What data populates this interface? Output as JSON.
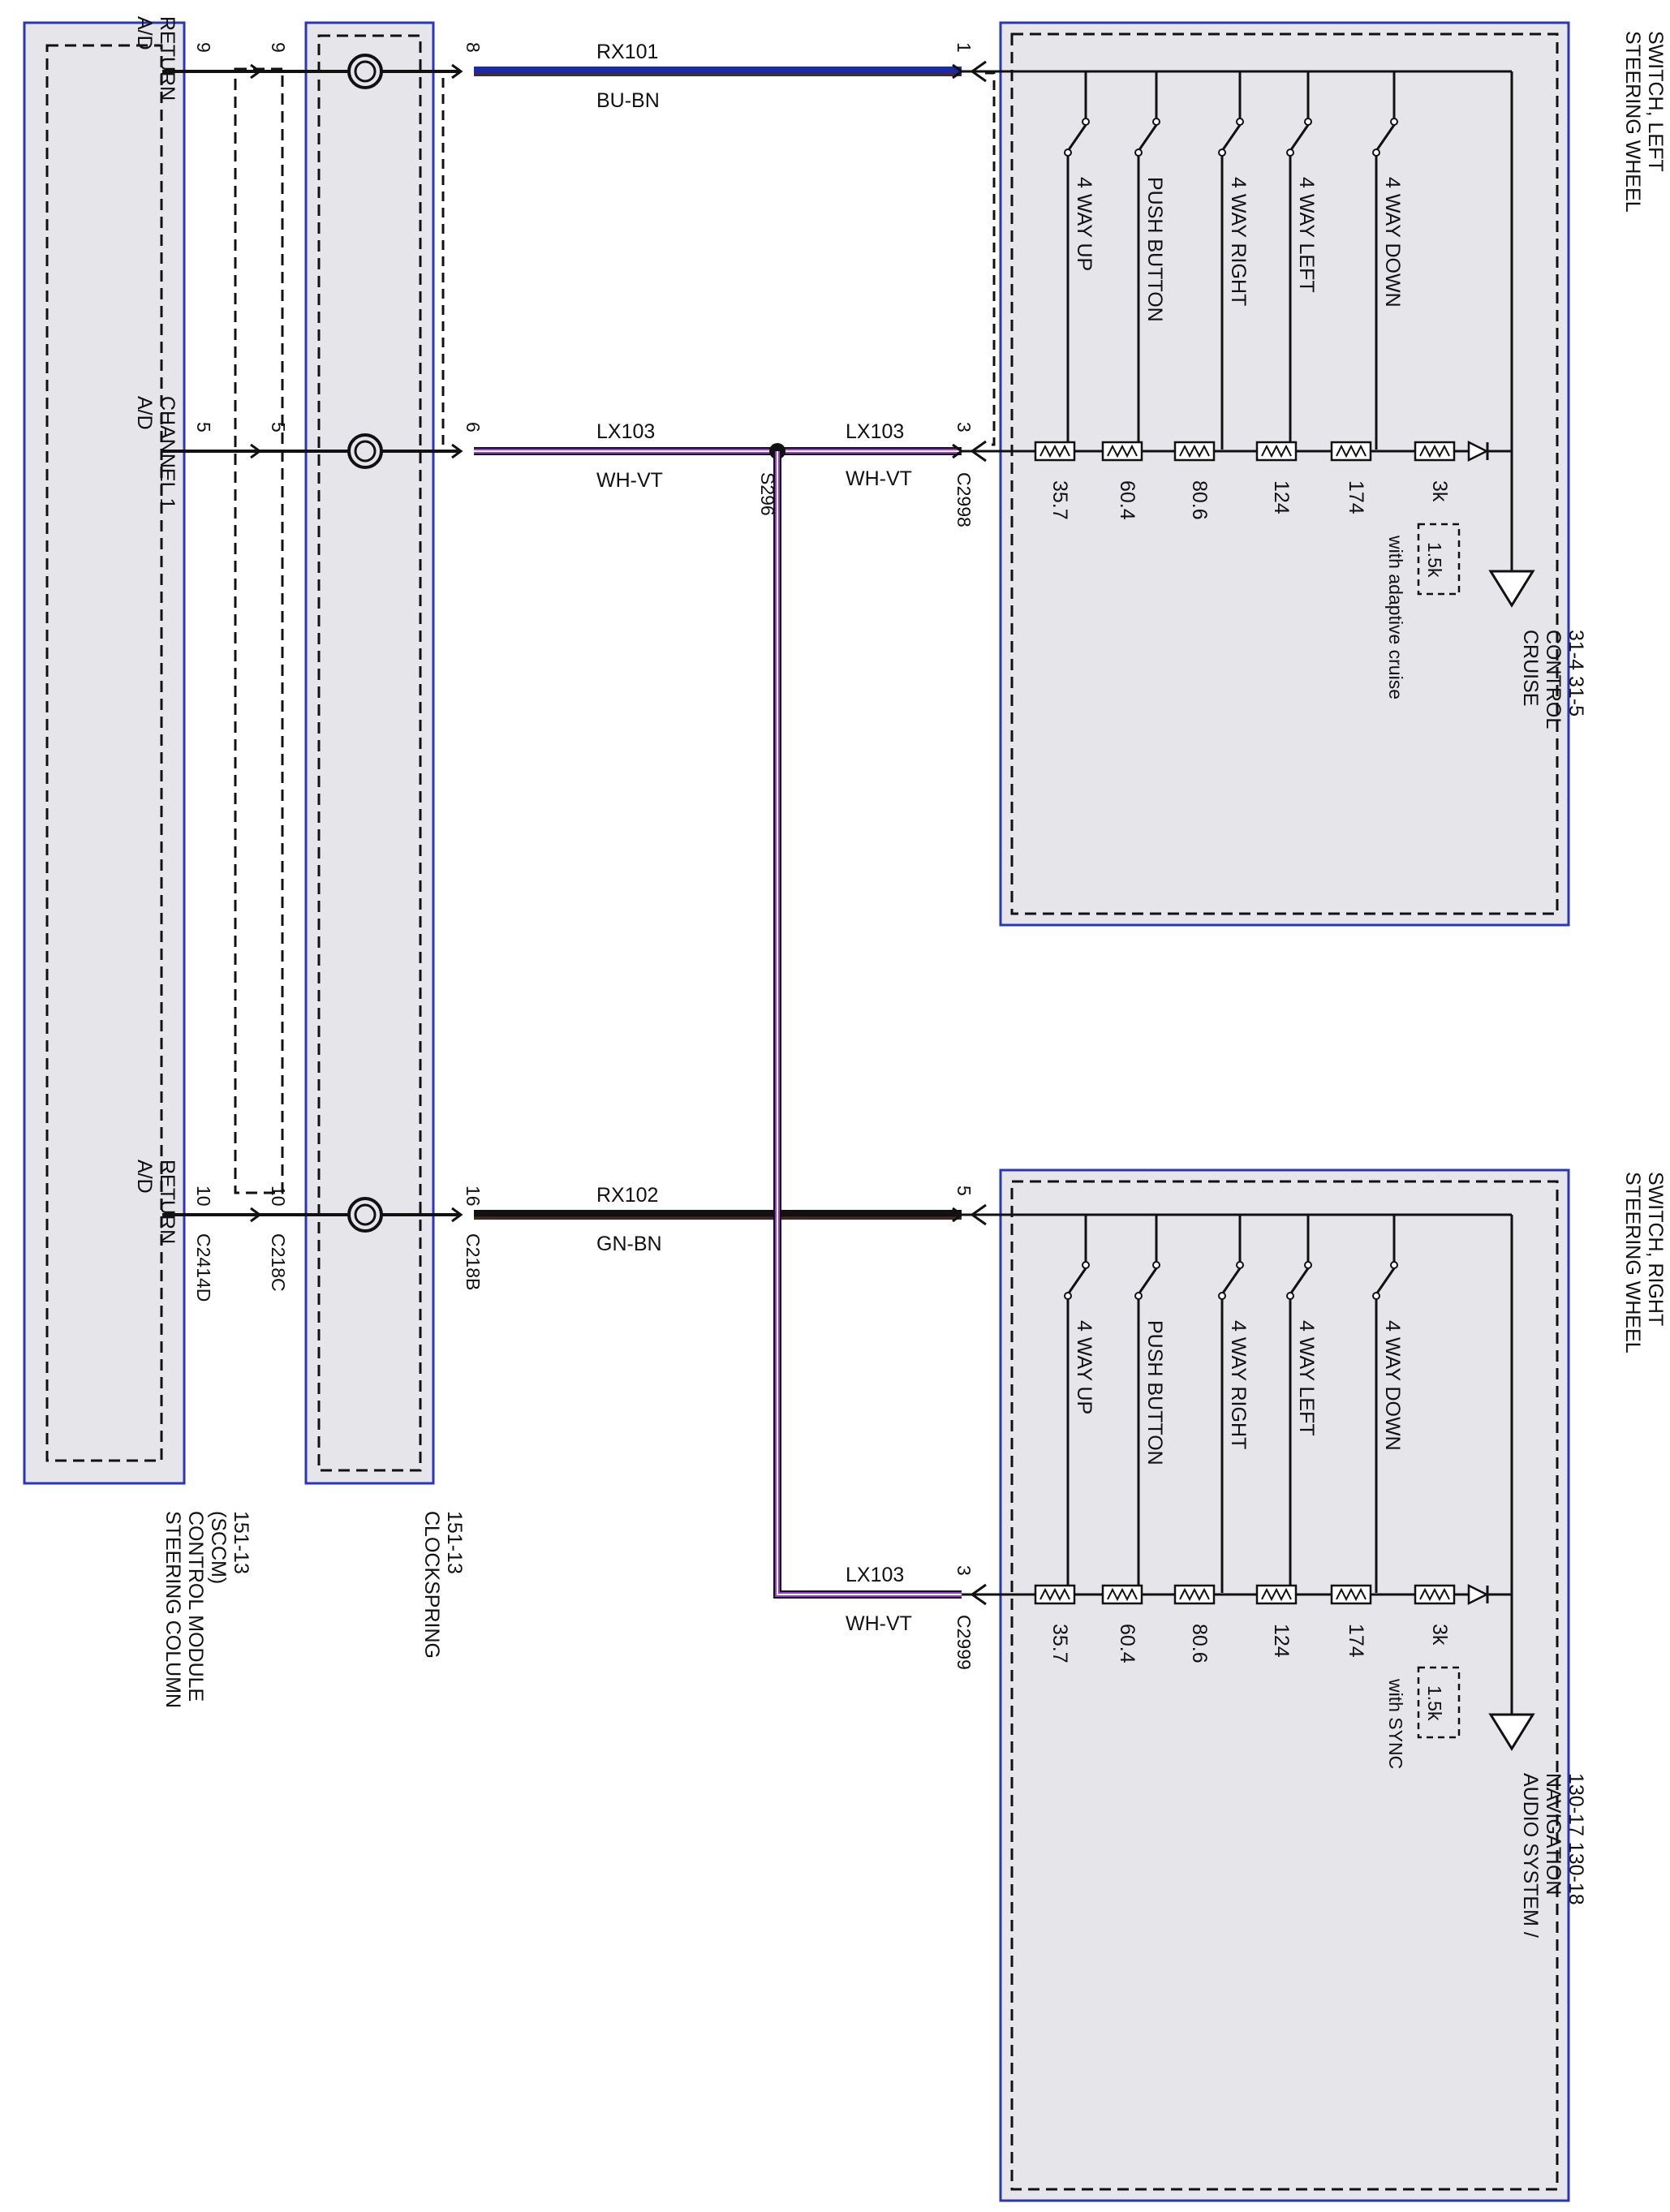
{
  "colors": {
    "box_border": "#2a35b8",
    "box_fill": "#e6e6ea",
    "wire_blue": "#1c2aa8",
    "wire_brown": "#4a2a1a",
    "wire_violet": "#9a38d8",
    "wire_black": "#111111"
  },
  "modules": {
    "sccm": {
      "name": "STEERING COLUMN\nCONTROL MODULE\n(SCCM)\n151-13",
      "connector": "C2414D"
    },
    "clockspring": {
      "name": "CLOCKSPRING\n151-13",
      "connector_in": "C218C",
      "connector_out": "C218B"
    },
    "switch_left": {
      "name": "STEERING WHEEL\nSWITCH, LEFT\n31-4     31-5",
      "connector": "C2998"
    },
    "switch_right": {
      "name": "STEERING WHEEL\nSWITCH, RIGHT\n130-17    130-18",
      "connector": "C2999"
    }
  },
  "circuits": [
    {
      "sccm_label": "A/D\nRETURN",
      "pin_sccm": "9",
      "pin_clock_in": "9",
      "pin_clock_out": "8",
      "wire": "RX101",
      "color": "BU-BN",
      "pin_switch": "1"
    },
    {
      "sccm_label": "A/D\nCHANNEL 1",
      "pin_sccm": "5",
      "pin_clock_in": "5",
      "pin_clock_out": "6",
      "wire": "LX103",
      "color": "WH-VT",
      "pin_switch": "3",
      "splice": "S296"
    },
    {
      "sccm_label": "A/D\nRETURN",
      "pin_sccm": "10",
      "pin_clock_in": "10",
      "pin_clock_out": "16",
      "wire": "RX102",
      "color": "GN-BN",
      "pin_switch": "5"
    }
  ],
  "lower_branch": {
    "wire": "LX103",
    "color": "WH-VT",
    "pin_switch": "3"
  },
  "switch_buttons": [
    "4 WAY UP",
    "PUSH BUTTON",
    "4 WAY RIGHT",
    "4 WAY LEFT",
    "4 WAY DOWN"
  ],
  "resistors": [
    "35.7",
    "60.4",
    "80.6",
    "124",
    "174",
    "3k"
  ],
  "extra_resistor": "1.5k",
  "left_notes": {
    "option": "with adaptive cruise",
    "ref": "CRUISE\nCONTROL\n31-4     31-5"
  },
  "right_notes": {
    "option": "with SYNC",
    "ref": "AUDIO SYSTEM /\nNAVIGATION\n130-17    130-18"
  }
}
